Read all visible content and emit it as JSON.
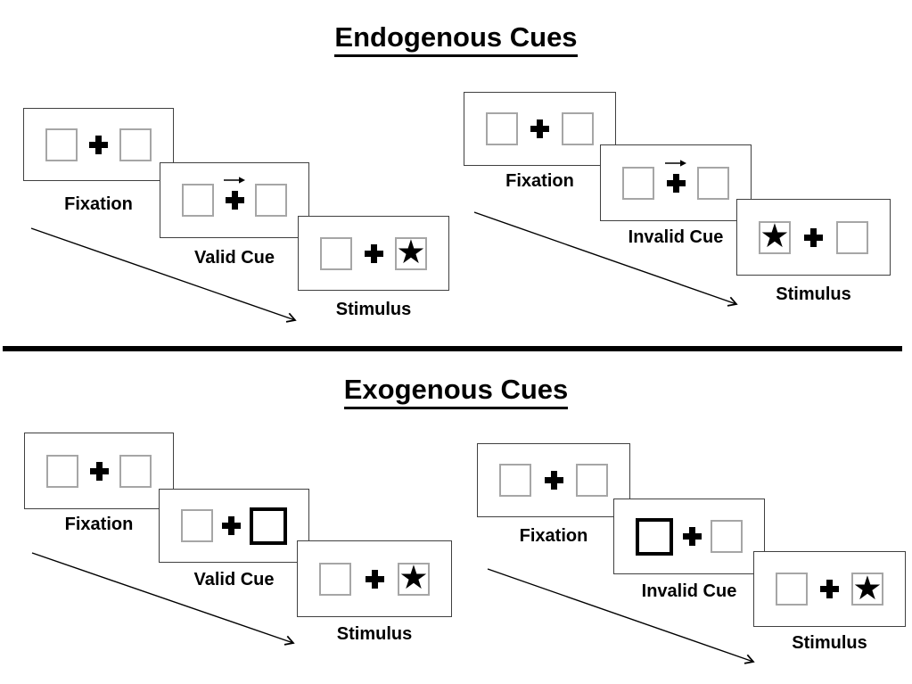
{
  "colors": {
    "ink": "#000000",
    "panel_border": "#404040",
    "square_border": "#a6a6a6",
    "background": "#ffffff"
  },
  "icons": {
    "star": "★",
    "fixation_cross": "heavy-plus",
    "cue_arrow": "right-arrow"
  },
  "sections": [
    {
      "title": "Endogenous Cues",
      "groups": [
        {
          "name": "endogenous-valid",
          "cue_type": "central-arrow",
          "cue_direction": "right",
          "panels": [
            {
              "label": "Fixation"
            },
            {
              "label": "Valid Cue"
            },
            {
              "label": "Stimulus",
              "star_side": "right"
            }
          ]
        },
        {
          "name": "endogenous-invalid",
          "cue_type": "central-arrow",
          "cue_direction": "right",
          "panels": [
            {
              "label": "Fixation"
            },
            {
              "label": "Invalid Cue"
            },
            {
              "label": "Stimulus",
              "star_side": "left"
            }
          ]
        }
      ]
    },
    {
      "title": "Exogenous Cues",
      "groups": [
        {
          "name": "exogenous-valid",
          "cue_type": "peripheral-box",
          "cue_side": "right",
          "panels": [
            {
              "label": "Fixation"
            },
            {
              "label": "Valid Cue"
            },
            {
              "label": "Stimulus",
              "star_side": "right"
            }
          ]
        },
        {
          "name": "exogenous-invalid",
          "cue_type": "peripheral-box",
          "cue_side": "left",
          "panels": [
            {
              "label": "Fixation"
            },
            {
              "label": "Invalid Cue"
            },
            {
              "label": "Stimulus",
              "star_side": "right"
            }
          ]
        }
      ]
    }
  ]
}
